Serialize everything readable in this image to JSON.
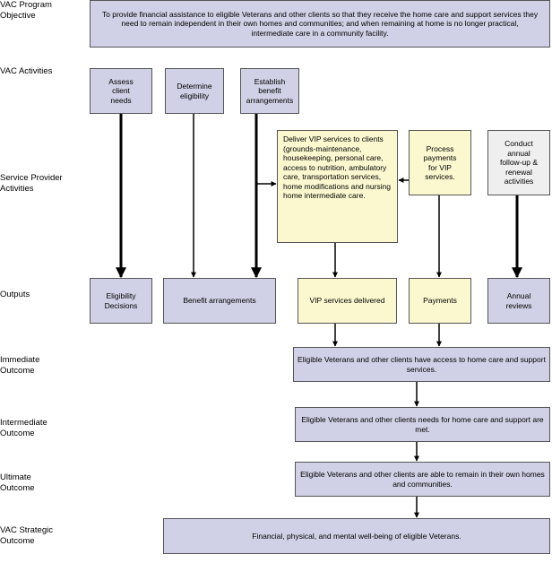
{
  "labels": {
    "program_objective": "VAC Program\nObjective",
    "activities": "VAC Activities",
    "service_provider": "Service Provider\nActivities",
    "outputs": "Outputs",
    "immediate": "Immediate\nOutcome",
    "intermediate": "Intermediate\nOutcome",
    "ultimate": "Ultimate\nOutcome",
    "strategic": "VAC Strategic\nOutcome"
  },
  "boxes": {
    "objective": "To provide financial assistance to eligible Veterans and other clients so that they receive the home care and support services they need to remain independent in their own homes and communities; and when remaining at home is no longer practical, intermediate care in a community facility.",
    "assess": "Assess\nclient\nneeds",
    "determine": "Determine\neligibility",
    "establish": "Establish\nbenefit\narrangements",
    "deliver": "Deliver VIP services to clients (grounds-maintenance, housekeeping, personal care, access to nutrition, ambulatory care, transportation services, home modifications and nursing home intermediate care.",
    "process": "Process\npayments\nfor VIP\nservices.",
    "conduct": "Conduct\nannual\nfollow-up &\nrenewal\nactivities",
    "eligibility_decisions": "Eligibility\nDecisions",
    "benefit_arrangements": "Benefit arrangements",
    "vip_delivered": "VIP services delivered",
    "payments": "Payments",
    "annual_reviews": "Annual\nreviews",
    "immediate_outcome": "Eligible Veterans and other clients have access to home care and support services.",
    "intermediate_outcome": "Eligible Veterans and other clients needs for home care and support are met.",
    "ultimate_outcome": "Eligible Veterans and other clients are able to remain in their own homes and communities.",
    "strategic_outcome": "Financial, physical, and mental well-being of eligible Veterans."
  },
  "colors": {
    "purple": "#d0d0e6",
    "yellow": "#fbf8d0",
    "grey": "#efefef"
  }
}
